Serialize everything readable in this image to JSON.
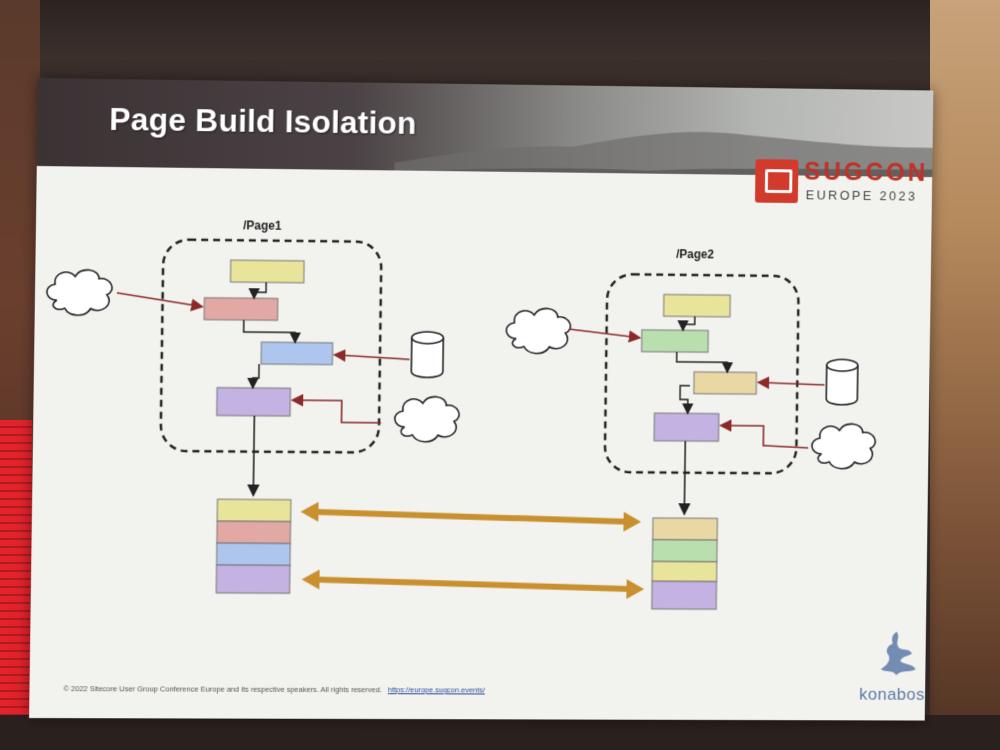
{
  "slide": {
    "title": "Page Build Isolation",
    "logo": {
      "line1": "SUGCON",
      "line2": "EUROPE 2023"
    },
    "page1_label": "/Page1",
    "page2_label": "/Page2",
    "footer_text": "© 2022 Sitecore User Group Conference Europe and its respective speakers.  All rights reserved.",
    "footer_link": "https://europe.sugcon.events/",
    "brand": "konabos"
  },
  "colors": {
    "yellow": "#e8e59a",
    "red": "#e2a9a4",
    "blue": "#aec6ee",
    "purple": "#c3b2e2",
    "green": "#b9dfae",
    "tan": "#e9d7a4",
    "arrow_red": "#8c2a2a",
    "arrow_gold": "#c9902f"
  }
}
